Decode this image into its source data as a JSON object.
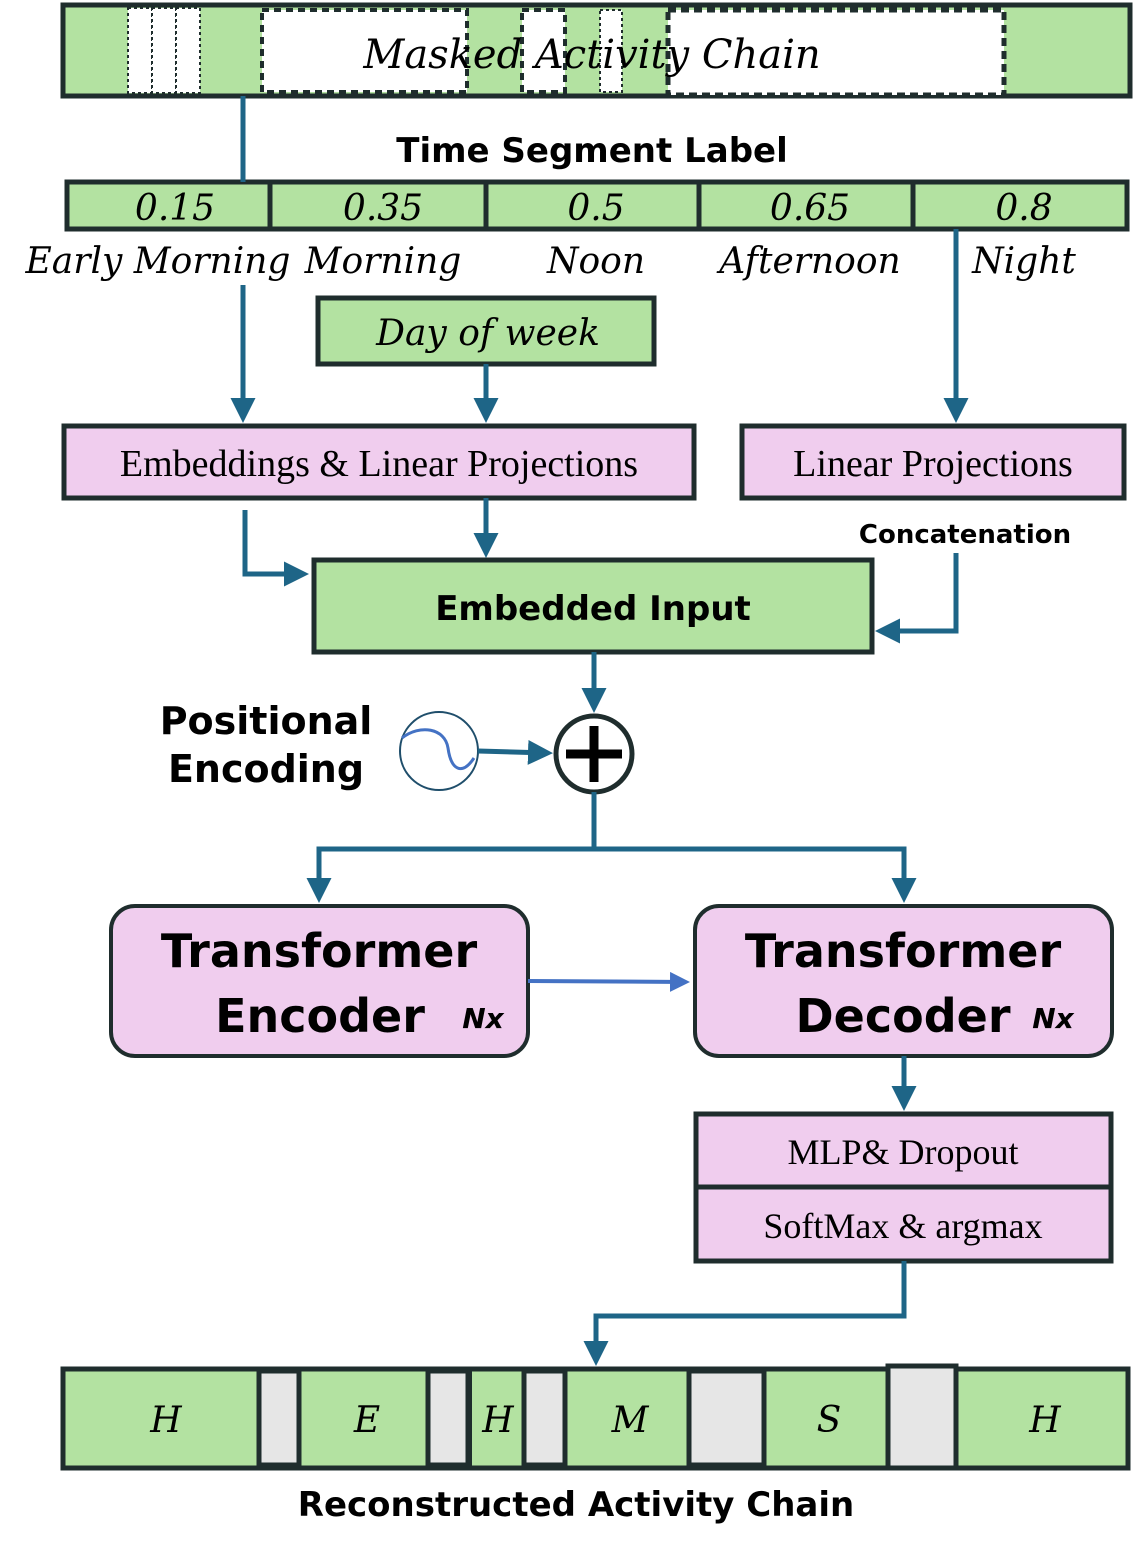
{
  "masked_chain": {
    "label": "Masked Activity Chain"
  },
  "time_segment": {
    "title": "Time Segment Label",
    "segments": [
      {
        "value": "0.15",
        "name": "Early Morning"
      },
      {
        "value": "0.35",
        "name": "Morning"
      },
      {
        "value": "0.5",
        "name": "Noon"
      },
      {
        "value": "0.65",
        "name": "Afternoon"
      },
      {
        "value": "0.8",
        "name": "Night"
      }
    ]
  },
  "day_of_week": "Day of week",
  "embeddings_box": "Embeddings & Linear Projections",
  "linear_box": "Linear Projections",
  "concatenation": "Concatenation",
  "embedded_input": "Embedded Input",
  "positional_encoding": {
    "line1": "Positional",
    "line2": "Encoding"
  },
  "encoder": {
    "line1": "Transformer",
    "line2": "Encoder",
    "nx": "Nx"
  },
  "decoder": {
    "line1": "Transformer",
    "line2": "Decoder",
    "nx": "Nx"
  },
  "mlp": "MLP& Dropout",
  "softmax": "SoftMax & argmax",
  "reconstructed": {
    "title": "Reconstructed Activity Chain",
    "cells": [
      "H",
      "",
      "E",
      "",
      "H",
      "",
      "M",
      "",
      "S",
      "",
      "H"
    ]
  },
  "colors": {
    "green": "#b3e2a1",
    "pink": "#f0cdee",
    "gray": "#e6e6e6",
    "border": "#1f2d2d",
    "arrow": "#1e6587",
    "arrow_light": "#4472c4"
  }
}
